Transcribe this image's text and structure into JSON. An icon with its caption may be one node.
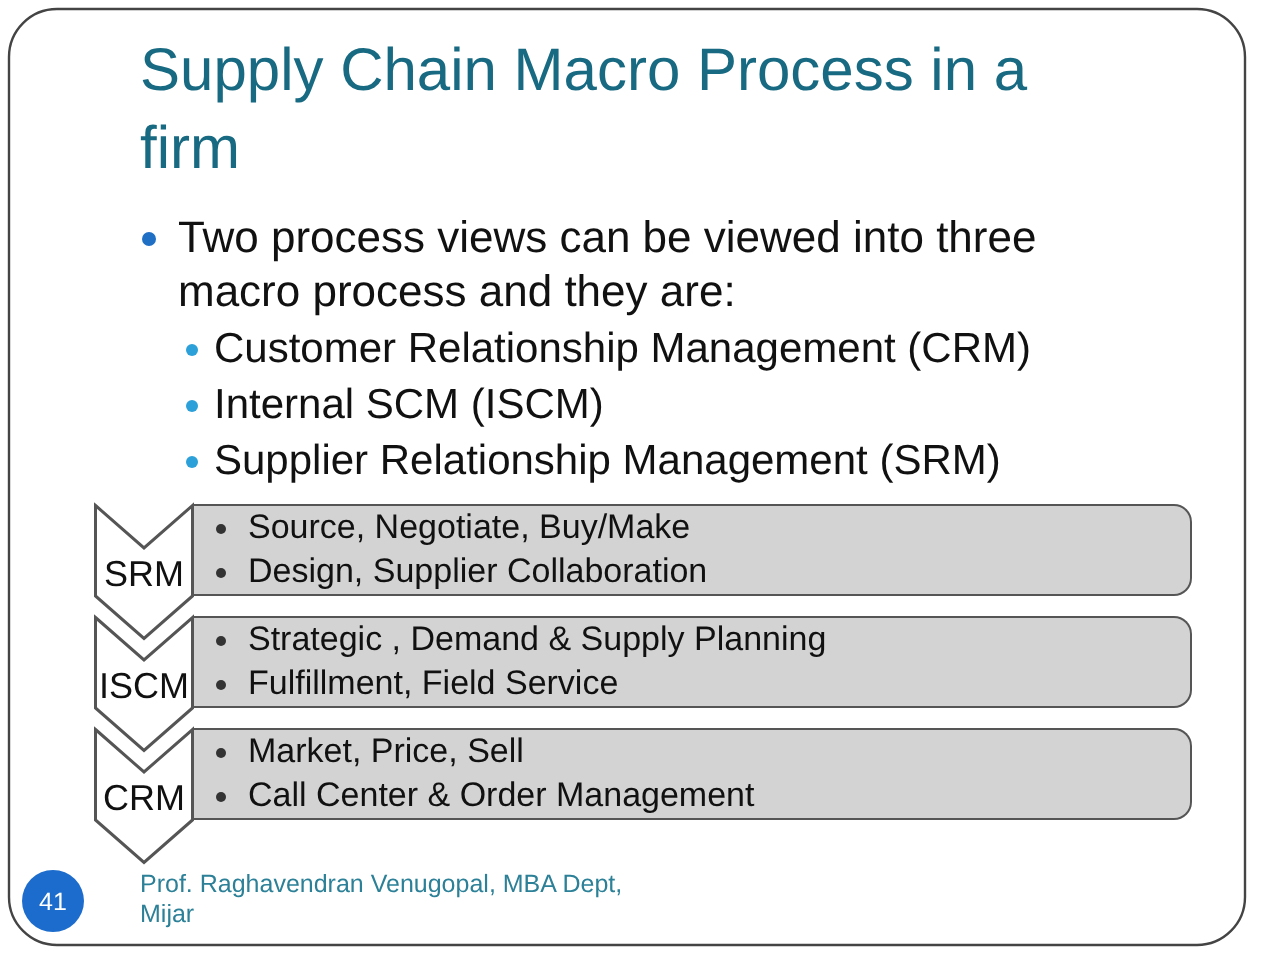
{
  "diagram": {
    "title": "Supply Chain Macro Process in a firm",
    "nodes": [
      {
        "text": [
          "SRM"
        ]
      },
      {
        "text": [
          "Source, Negotiate, Buy/Make",
          "Design, Supplier Collaboration"
        ]
      },
      {
        "text": [
          "ISCM"
        ]
      },
      {
        "text": [
          "Strategic , Demand & Supply Planning",
          "Fulfillment, Field Service"
        ]
      },
      {
        "text": [
          "CRM"
        ]
      },
      {
        "text": [
          "Market, Price, Sell",
          "Call Center & Order Management"
        ]
      },
      {
        "text": [
          "41"
        ]
      }
    ],
    "labels": [
      "Two process views can be viewed into three macro process and they are:",
      "Customer Relationship Management (CRM)",
      "Internal SCM (ISCM)",
      "Supplier Relationship Management (SRM)",
      "Prof. Raghavendran Venugopal, MBA Dept, Mijar"
    ]
  }
}
